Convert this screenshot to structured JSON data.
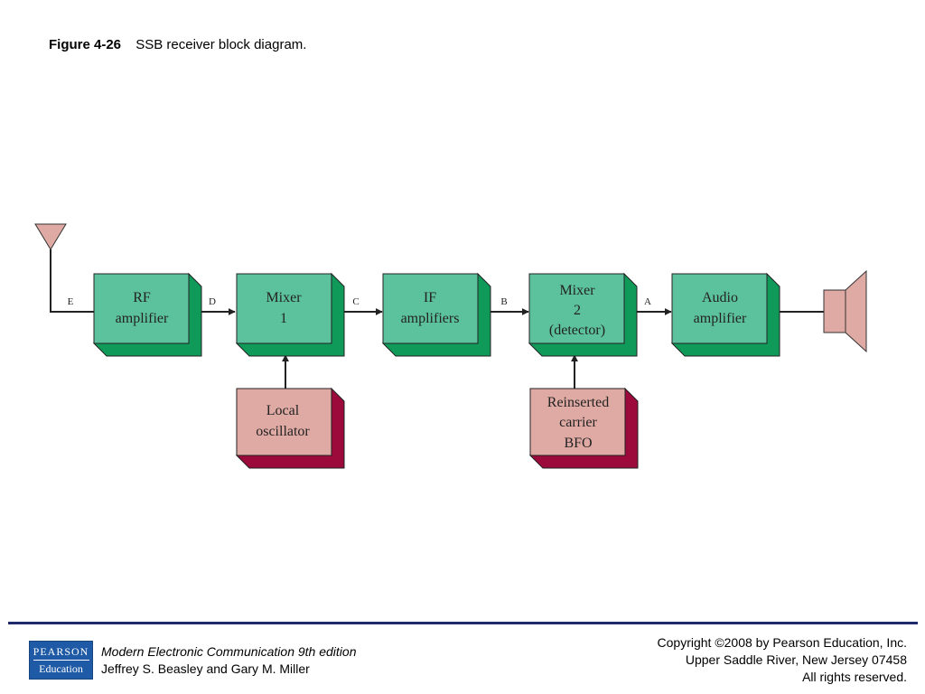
{
  "caption": {
    "figure_number": "Figure 4-26",
    "title": "SSB receiver block diagram."
  },
  "diagram": {
    "colors": {
      "main_block": "#5cc29e",
      "main_block_side": "#0f9a5a",
      "aux_block": "#e0aaa4",
      "aux_block_side": "#9b0a3a",
      "antenna": "#e0aaa4",
      "speaker": "#e0aaa4"
    },
    "blocks": {
      "rf": [
        "RF",
        "amplifier"
      ],
      "mixer1": [
        "Mixer",
        "1"
      ],
      "if": [
        "IF",
        "amplifiers"
      ],
      "mixer2": [
        "Mixer",
        "2",
        "(detector)"
      ],
      "audio": [
        "Audio",
        "amplifier"
      ],
      "lo": [
        "Local",
        "oscillator"
      ],
      "bfo": [
        "Reinserted",
        "carrier",
        "BFO"
      ]
    },
    "signal_labels": {
      "E": "E",
      "D": "D",
      "C": "C",
      "B": "B",
      "A": "A"
    }
  },
  "footer": {
    "logo_top": "PEARSON",
    "logo_bottom": "Education",
    "book_title": "Modern Electronic Communication 9th edition",
    "authors": "Jeffrey S. Beasley and Gary M. Miller",
    "copyright_line1": "Copyright ©2008 by Pearson Education, Inc.",
    "copyright_line2": "Upper Saddle River, New Jersey 07458",
    "copyright_line3": "All rights reserved."
  }
}
